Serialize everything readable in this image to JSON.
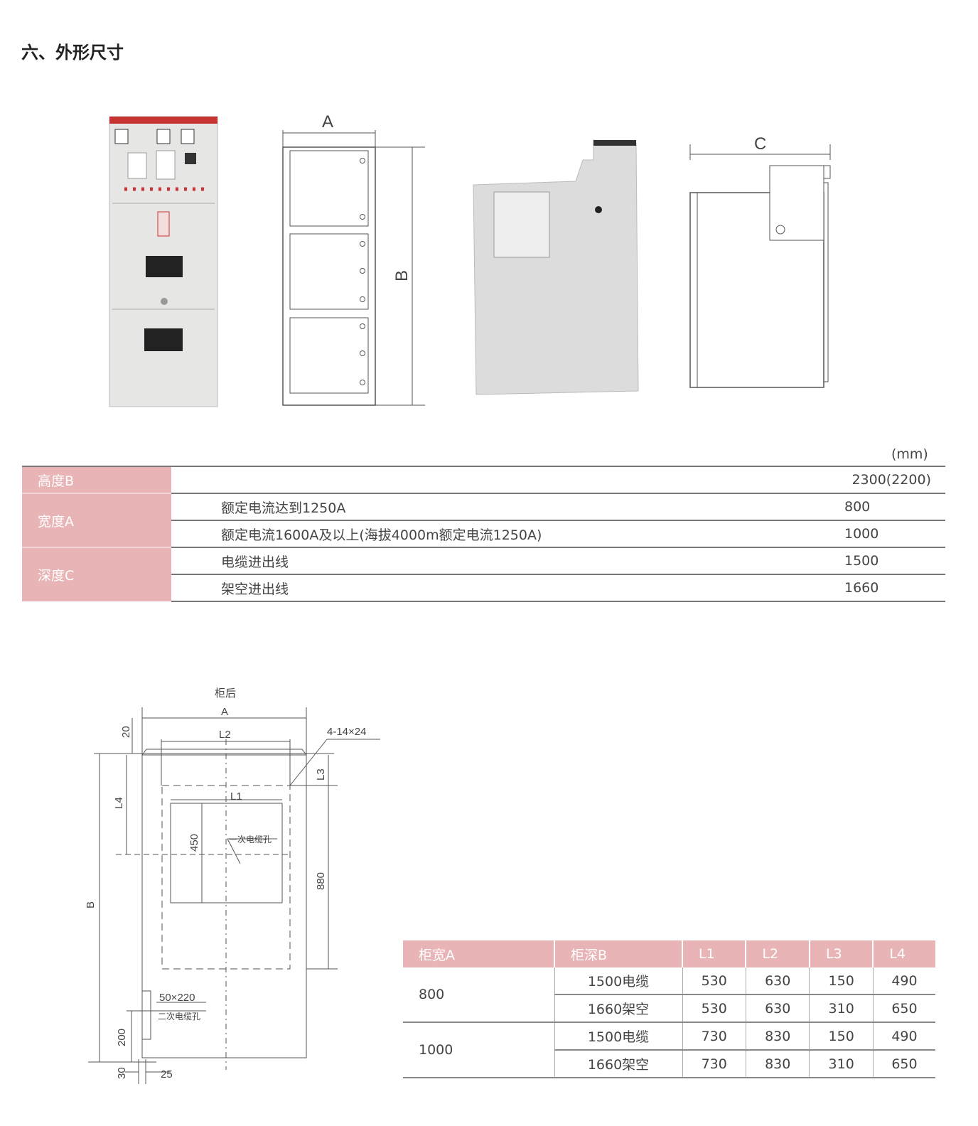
{
  "title": "六、外形尺寸",
  "figure_labels": {
    "width": "A",
    "height": "B",
    "depth": "C"
  },
  "table1": {
    "unit": "(mm)",
    "rows": [
      {
        "group": "高度B",
        "desc": "",
        "value": "2300(2200)"
      },
      {
        "group": "宽度A",
        "desc": "额定电流达到1250A",
        "value": "800"
      },
      {
        "group": "",
        "desc": "额定电流1600A及以上(海拔4000m额定电流1250A)",
        "value": "1000"
      },
      {
        "group": "深度C",
        "desc": "电缆进出线",
        "value": "1500"
      },
      {
        "group": "",
        "desc": "架空进出线",
        "value": "1660"
      }
    ]
  },
  "drawing": {
    "rear": "柜后",
    "A": "A",
    "B": "B",
    "L1": "L1",
    "L2": "L2",
    "L3": "L3",
    "L4": "L4",
    "d20": "20",
    "d450": "450",
    "d880": "880",
    "d200": "200",
    "d30": "30",
    "d25": "25",
    "holes": "4-14×24",
    "primary": "一次电缆孔",
    "secondary_size": "50×220",
    "secondary": "二次电缆孔"
  },
  "table2": {
    "headers": [
      "柜宽A",
      "柜深B",
      "L1",
      "L2",
      "L3",
      "L4"
    ],
    "groups": [
      {
        "width": "800",
        "rows": [
          [
            "1500电缆",
            "530",
            "630",
            "150",
            "490"
          ],
          [
            "1660架空",
            "530",
            "630",
            "310",
            "650"
          ]
        ]
      },
      {
        "width": "1000",
        "rows": [
          [
            "1500电缆",
            "730",
            "830",
            "150",
            "490"
          ],
          [
            "1660架空",
            "730",
            "830",
            "310",
            "650"
          ]
        ]
      }
    ]
  }
}
